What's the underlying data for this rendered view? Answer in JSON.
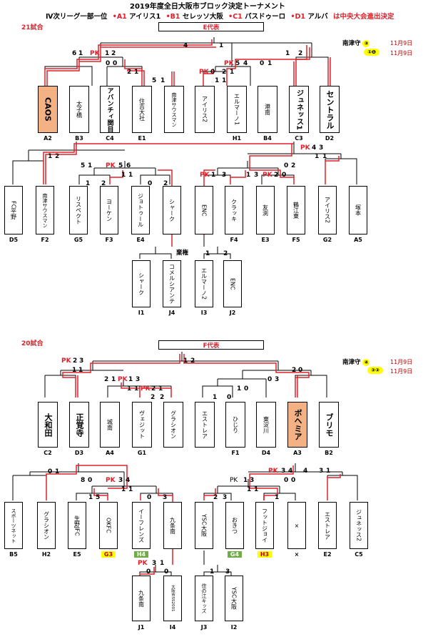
{
  "header": {
    "title": "2019年度全日大阪市ブロック決定トーナメント",
    "subtitle_prefix": "Ⅳ次リーグ一部一位",
    "subtitle_a1": "•A1",
    "subtitle_a1_team": "アイリス1",
    "subtitle_b1": "•B1",
    "subtitle_b1_team": "セレッソ大阪",
    "subtitle_c1": "•C1",
    "subtitle_c1_team": "パスドゥーロ",
    "subtitle_d1": "•D1",
    "subtitle_d1_team": "アルバ",
    "subtitle_suffix": "は中央大会進出決定"
  },
  "top": {
    "matches_label": "21試合",
    "rep_label": "E代表",
    "seed_team": "南津守",
    "seed_line1_num": "③",
    "seed_line2_nums": "①❶",
    "date1": "11月9日",
    "date2": "11月9日",
    "teams": [
      {
        "name": "CAOS",
        "code": "A2"
      },
      {
        "name": "太子橋",
        "code": "B3"
      },
      {
        "name": "アバンチィ関目",
        "code": "C4"
      },
      {
        "name": "住吉大社",
        "code": "E1"
      },
      {
        "name": "南津サウスマン",
        "code": ""
      },
      {
        "name": "アイリス2",
        "code": ""
      },
      {
        "name": "エルマーノ1",
        "code": "H1"
      },
      {
        "name": "港南",
        "code": "B4"
      },
      {
        "name": "ジュネッス1",
        "code": "C3"
      },
      {
        "name": "セントラル",
        "code": "D2"
      }
    ],
    "second": [
      {
        "name": "FC平野",
        "code": "D5"
      },
      {
        "name": "南津サウスマン",
        "code": "F2"
      },
      {
        "name": "リスペクト",
        "code": "G5"
      },
      {
        "name": "ヨーケン",
        "code": "F3"
      },
      {
        "name": "ジョトゥール",
        "code": "E4"
      },
      {
        "name": "シャーク",
        "code": ""
      },
      {
        "name": "ENC",
        "code": ""
      },
      {
        "name": "クラッキ",
        "code": "F4"
      },
      {
        "name": "友渕",
        "code": "E3"
      },
      {
        "name": "鶴江東",
        "code": "F5"
      },
      {
        "name": "アイリス2",
        "code": "G2"
      },
      {
        "name": "塚本",
        "code": "A5"
      }
    ],
    "third_label": "棄権",
    "third": [
      {
        "name": "シャーク",
        "code": "I1"
      },
      {
        "name": "コメルシアンテ",
        "code": "J4"
      },
      {
        "name": "エルマーノ2",
        "code": "I3"
      },
      {
        "name": "ENC",
        "code": "J2"
      }
    ]
  },
  "bottom": {
    "matches_label": "20試合",
    "rep_label": "F代表",
    "seed_team": "南津守",
    "seed_line1_num": "④",
    "seed_line2_nums": "②②",
    "date1": "11月9日",
    "date2": "11月9日",
    "teams": [
      {
        "name": "大和田",
        "code": "C2"
      },
      {
        "name": "正覚寺",
        "code": "D3"
      },
      {
        "name": "城南",
        "code": "A4"
      },
      {
        "name": "ヴェジット",
        "code": "G1"
      },
      {
        "name": "グラシオン",
        "code": ""
      },
      {
        "name": "エストレア",
        "code": ""
      },
      {
        "name": "ひじり",
        "code": "F1"
      },
      {
        "name": "東淀川",
        "code": "D4"
      },
      {
        "name": "ボヘミア",
        "code": "A3"
      },
      {
        "name": "ブリモ",
        "code": "B2"
      }
    ],
    "second": [
      {
        "name": "スポーツネット",
        "code": "B5"
      },
      {
        "name": "グラシオン",
        "code": "H2"
      },
      {
        "name": "生野JFC",
        "code": "E5"
      },
      {
        "name": "OKFC",
        "code": "G3"
      },
      {
        "name": "イーフレンズ",
        "code": "H4"
      },
      {
        "name": "九条南",
        "code": ""
      },
      {
        "name": "YSC大阪",
        "code": ""
      },
      {
        "name": "おきつ",
        "code": "G4"
      },
      {
        "name": "フットジョイ",
        "code": "H3"
      },
      {
        "name": "×",
        "code": "×"
      },
      {
        "name": "エストレア",
        "code": "E2"
      },
      {
        "name": "ジュネッス2",
        "code": "C5"
      }
    ],
    "third": [
      {
        "name": "九条南",
        "code": "J1"
      },
      {
        "name": "大阪市SS2001",
        "code": "I4"
      },
      {
        "name": "住の江キッズ",
        "code": "J3"
      },
      {
        "name": "YSC大阪",
        "code": "I2"
      }
    ]
  },
  "pk_label": "PK",
  "colors": {
    "red": "#e0202a",
    "highlight": "#f4b183",
    "yellow": "#ffff00",
    "green": "#70ad47"
  }
}
